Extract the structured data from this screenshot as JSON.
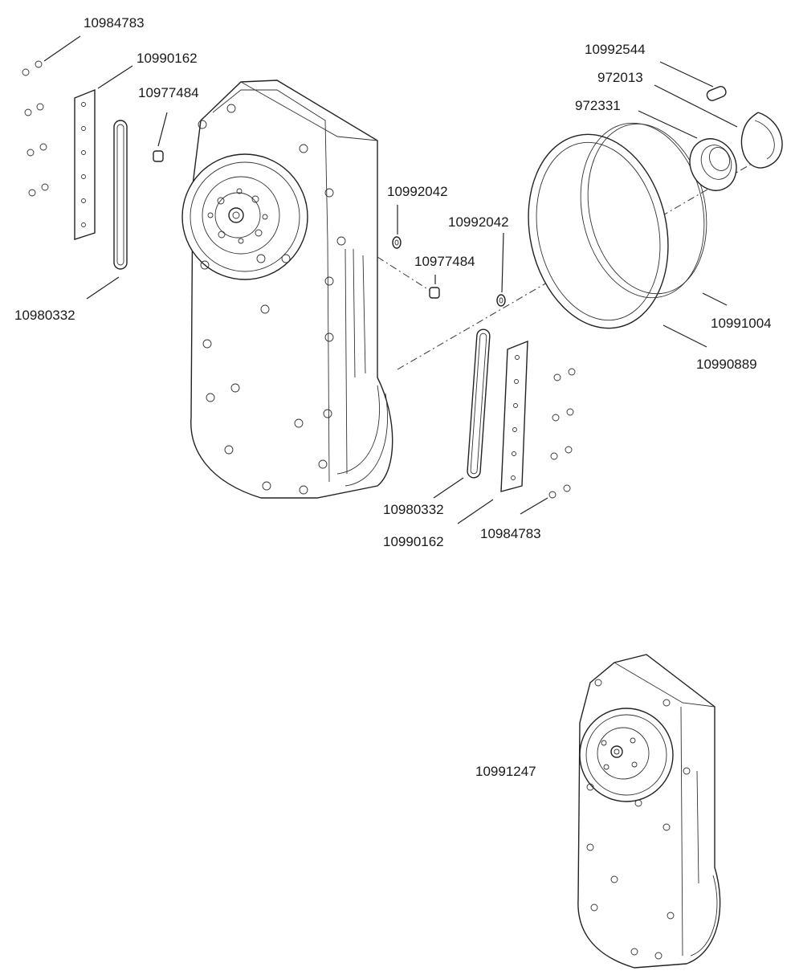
{
  "labels": {
    "screw_top_left": "10984783",
    "plate_top_left": "10990162",
    "pin_top_left": "10977484",
    "seal_left": "10980332",
    "washer_upper": "10992042",
    "washer_lower": "10992042",
    "pin_middle": "10977484",
    "dowel": "10992544",
    "circlip": "972013",
    "bearing": "972331",
    "ring_inner": "10991004",
    "ring_outer": "10990889",
    "seal_right": "10980332",
    "plate_right": "10990162",
    "screw_right": "10984783",
    "assembly": "10991247"
  }
}
